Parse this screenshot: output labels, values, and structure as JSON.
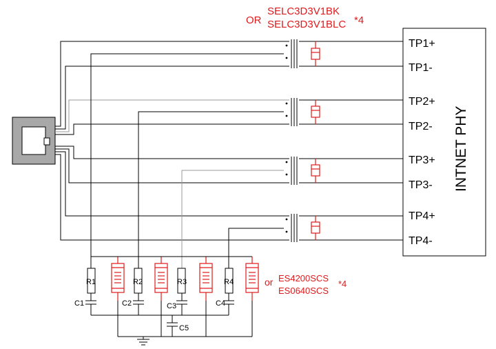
{
  "annotations": {
    "tvs_prefix": "OR",
    "tvs_part_1": "SELC3D3V1BK",
    "tvs_part_2": "SELC3D3V1BLC",
    "tvs_count": "*4",
    "gdt_prefix": "or",
    "gdt_part_1": "ES4200SCS",
    "gdt_part_2": "ES0640SCS",
    "gdt_count": "*4"
  },
  "phy": {
    "label": "INTNET PHY",
    "pins": [
      "TP1+",
      "TP1-",
      "TP2+",
      "TP2-",
      "TP3+",
      "TP3-",
      "TP4+",
      "TP4-"
    ]
  },
  "resistors": [
    "R1",
    "R2",
    "R3",
    "R4"
  ],
  "capacitors": [
    "C1",
    "C2",
    "C3",
    "C4",
    "C5"
  ],
  "colors": {
    "accent_red": "#e0191c",
    "connector_gray": "#a8a8a8",
    "wire": "#000000"
  }
}
